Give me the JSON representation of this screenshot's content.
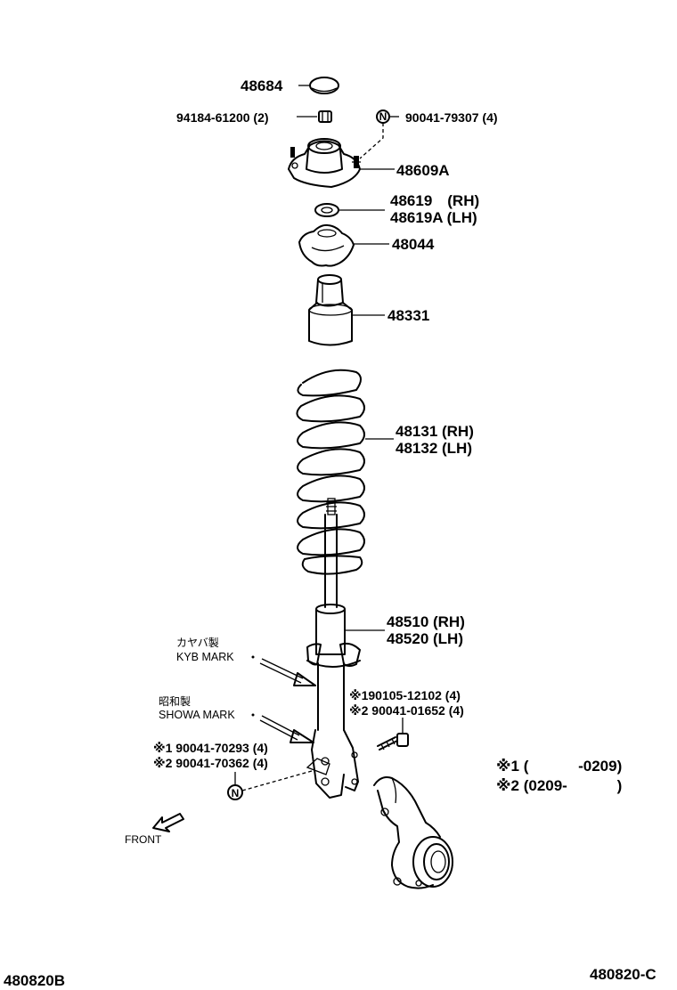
{
  "parts": {
    "cap": "48684",
    "nut_small": "94184-61200 (2)",
    "nut_n": "90041-79307 (4)",
    "support": "48609A",
    "bearing_rh": "48619　(RH)",
    "bearing_lh": "48619A (LH)",
    "seat": "48044",
    "bumper": "48331",
    "spring_rh": "48131 (RH)",
    "spring_lh": "48132 (LH)",
    "absorber_rh": "48510 (RH)",
    "absorber_lh": "48520 (LH)",
    "bolt_1": "※190105-12102 (4)",
    "bolt_2": "※2 90041-01652 (4)",
    "nut_lower_1": "※1 90041-70293 (4)",
    "nut_lower_2": "※2 90041-70362 (4)"
  },
  "marks": {
    "kyb_jp": "カヤバ製",
    "kyb": "KYB MARK",
    "showa_jp": "昭和製",
    "showa": "SHOWA MARK"
  },
  "symbols": {
    "n_upper": "N",
    "n_lower": "N"
  },
  "notes": {
    "note1": "※1 (　　　 -0209)",
    "note2": "※2 (0209-　　　 )"
  },
  "front_label": "FRONT",
  "codes": {
    "left": "480820B",
    "right": "480820-C"
  }
}
